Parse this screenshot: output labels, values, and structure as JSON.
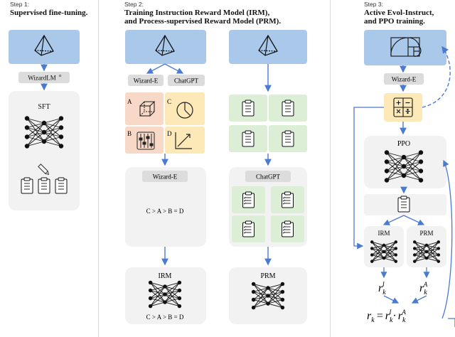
{
  "step1": {
    "step_label": "Step 1:",
    "title": "Supervised fine-tuning.",
    "model_label": "WizardLM",
    "model_sup": "α",
    "sft_label": "SFT"
  },
  "step2": {
    "step_label": "Step 2:",
    "title_line1": "Training Instruction Reward Model (IRM),",
    "title_line2": "and Process-supervised Reward Model (PRM).",
    "wizard_e_label": "Wizard-E",
    "chatgpt_label": "ChatGPT",
    "tile_labels": [
      "A",
      "B",
      "C",
      "D"
    ],
    "ranking_box_label": "Wizard-E",
    "ranking_text": "C > A > B = D",
    "irm_label": "IRM",
    "irm_ranking_text": "C > A > B = D",
    "prm_chatgpt_label": "ChatGPT",
    "prm_label": "PRM"
  },
  "step3": {
    "step_label": "Step 3:",
    "title_line1": "Active Evol-Instruct,",
    "title_line2": "and PPO training.",
    "wizard_e_label": "Wizard-E",
    "ppo_label": "PPO",
    "irm_label": "IRM",
    "prm_label": "PRM",
    "reward_i_base": "r",
    "reward_i_sub": "k",
    "reward_i_sup": "I",
    "reward_a_base": "r",
    "reward_a_sub": "k",
    "reward_a_sup": "A",
    "formula_lhs": "r",
    "formula_lhs_sub": "k",
    "formula_eq": "=",
    "formula_dot": "·"
  },
  "colors": {
    "blue_box": "#a9c8ea",
    "gray_panel": "#f2f2f2",
    "gray_label": "#dcdcdc",
    "green_tile": "#ddeed6",
    "orange_tile": "#f8d9c8",
    "yellow_tile": "#fde8b8",
    "arrow": "#4a7bd0"
  }
}
